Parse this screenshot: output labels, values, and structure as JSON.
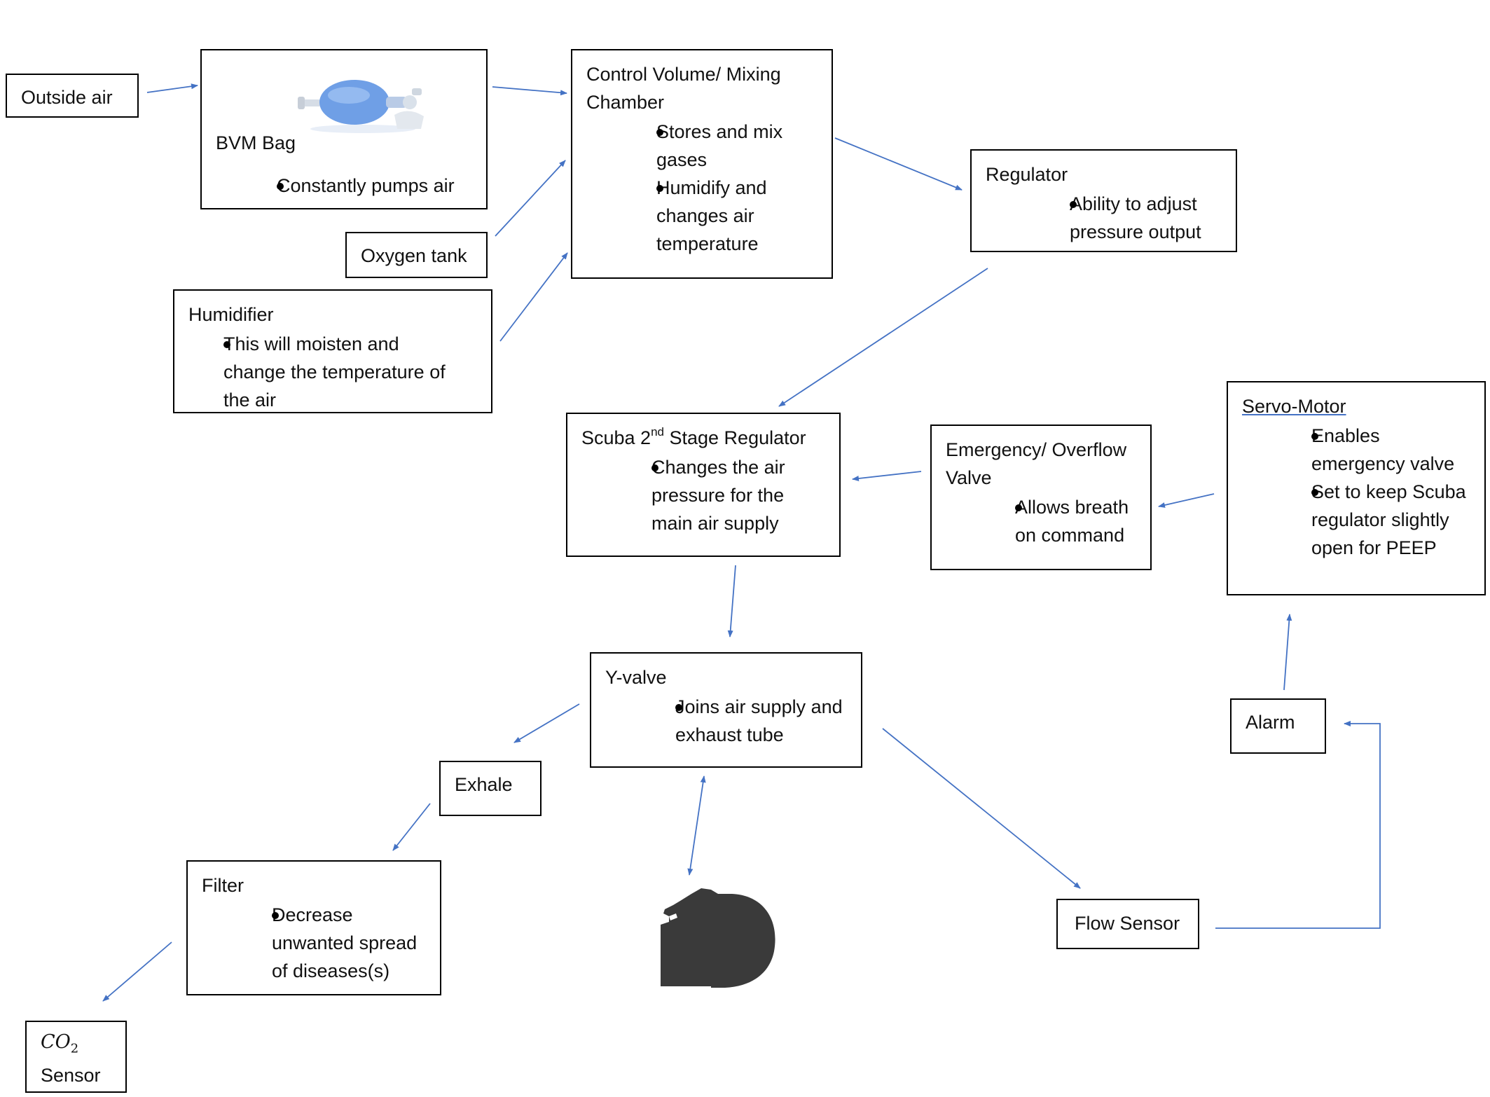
{
  "colors": {
    "arrow": "#4472c4",
    "border": "#000000",
    "bag_blue": "#6f9fe6",
    "head": "#3a3a3a"
  },
  "nodes": {
    "outside_air": {
      "title": "Outside air"
    },
    "bvm_bag": {
      "title": "BVM Bag",
      "bullets": [
        "Constantly pumps air"
      ],
      "image": "bvm-bag-picture"
    },
    "oxygen_tank": {
      "title": "Oxygen tank"
    },
    "humidifier": {
      "title": "Humidifier",
      "bullets": [
        "This will moisten and change the temperature of the air"
      ]
    },
    "control_volume": {
      "title": "Control Volume/ Mixing Chamber",
      "bullets": [
        "Stores and mix gases",
        "Humidify and changes air temperature"
      ]
    },
    "regulator": {
      "title": "Regulator",
      "bullets": [
        "Ability to adjust pressure output"
      ]
    },
    "scuba": {
      "title_prefix": "Scuba 2",
      "title_sup": "nd",
      "title_suffix": " Stage Regulator",
      "bullets": [
        "Changes the air pressure for the main air supply"
      ]
    },
    "emergency_valve": {
      "title": "Emergency/ Overflow Valve",
      "bullets": [
        "Allows breath on command"
      ]
    },
    "servo_motor": {
      "title": "Servo-Motor",
      "bullets": [
        "Enables emergency valve",
        "Set to keep Scuba regulator slightly open for PEEP"
      ]
    },
    "y_valve": {
      "title": "Y-valve",
      "bullets": [
        "Joins air supply and exhaust tube"
      ]
    },
    "exhale": {
      "title": "Exhale"
    },
    "filter": {
      "title": "Filter",
      "bullets": [
        "Decrease unwanted spread of diseases(s)"
      ]
    },
    "co2_sensor": {
      "formula_main": "CO",
      "formula_sub": "2",
      "title": "Sensor"
    },
    "alarm": {
      "title": "Alarm"
    },
    "flow_sensor": {
      "title": "Flow Sensor"
    },
    "patient": {
      "icon": "patient-head-icon"
    }
  },
  "edges": [
    {
      "from": "outside_air",
      "to": "bvm_bag"
    },
    {
      "from": "bvm_bag",
      "to": "control_volume"
    },
    {
      "from": "oxygen_tank",
      "to": "control_volume"
    },
    {
      "from": "humidifier",
      "to": "control_volume"
    },
    {
      "from": "control_volume",
      "to": "regulator"
    },
    {
      "from": "regulator",
      "to": "scuba"
    },
    {
      "from": "emergency_valve",
      "to": "scuba"
    },
    {
      "from": "servo_motor",
      "to": "emergency_valve"
    },
    {
      "from": "scuba",
      "to": "y_valve"
    },
    {
      "from": "y_valve",
      "to": "exhale"
    },
    {
      "from": "y_valve",
      "to": "patient",
      "bidirectional": true
    },
    {
      "from": "y_valve",
      "to": "flow_sensor"
    },
    {
      "from": "exhale",
      "to": "filter"
    },
    {
      "from": "filter",
      "to": "co2_sensor"
    },
    {
      "from": "flow_sensor",
      "to": "alarm",
      "style": "elbow"
    },
    {
      "from": "alarm",
      "to": "servo_motor"
    }
  ]
}
